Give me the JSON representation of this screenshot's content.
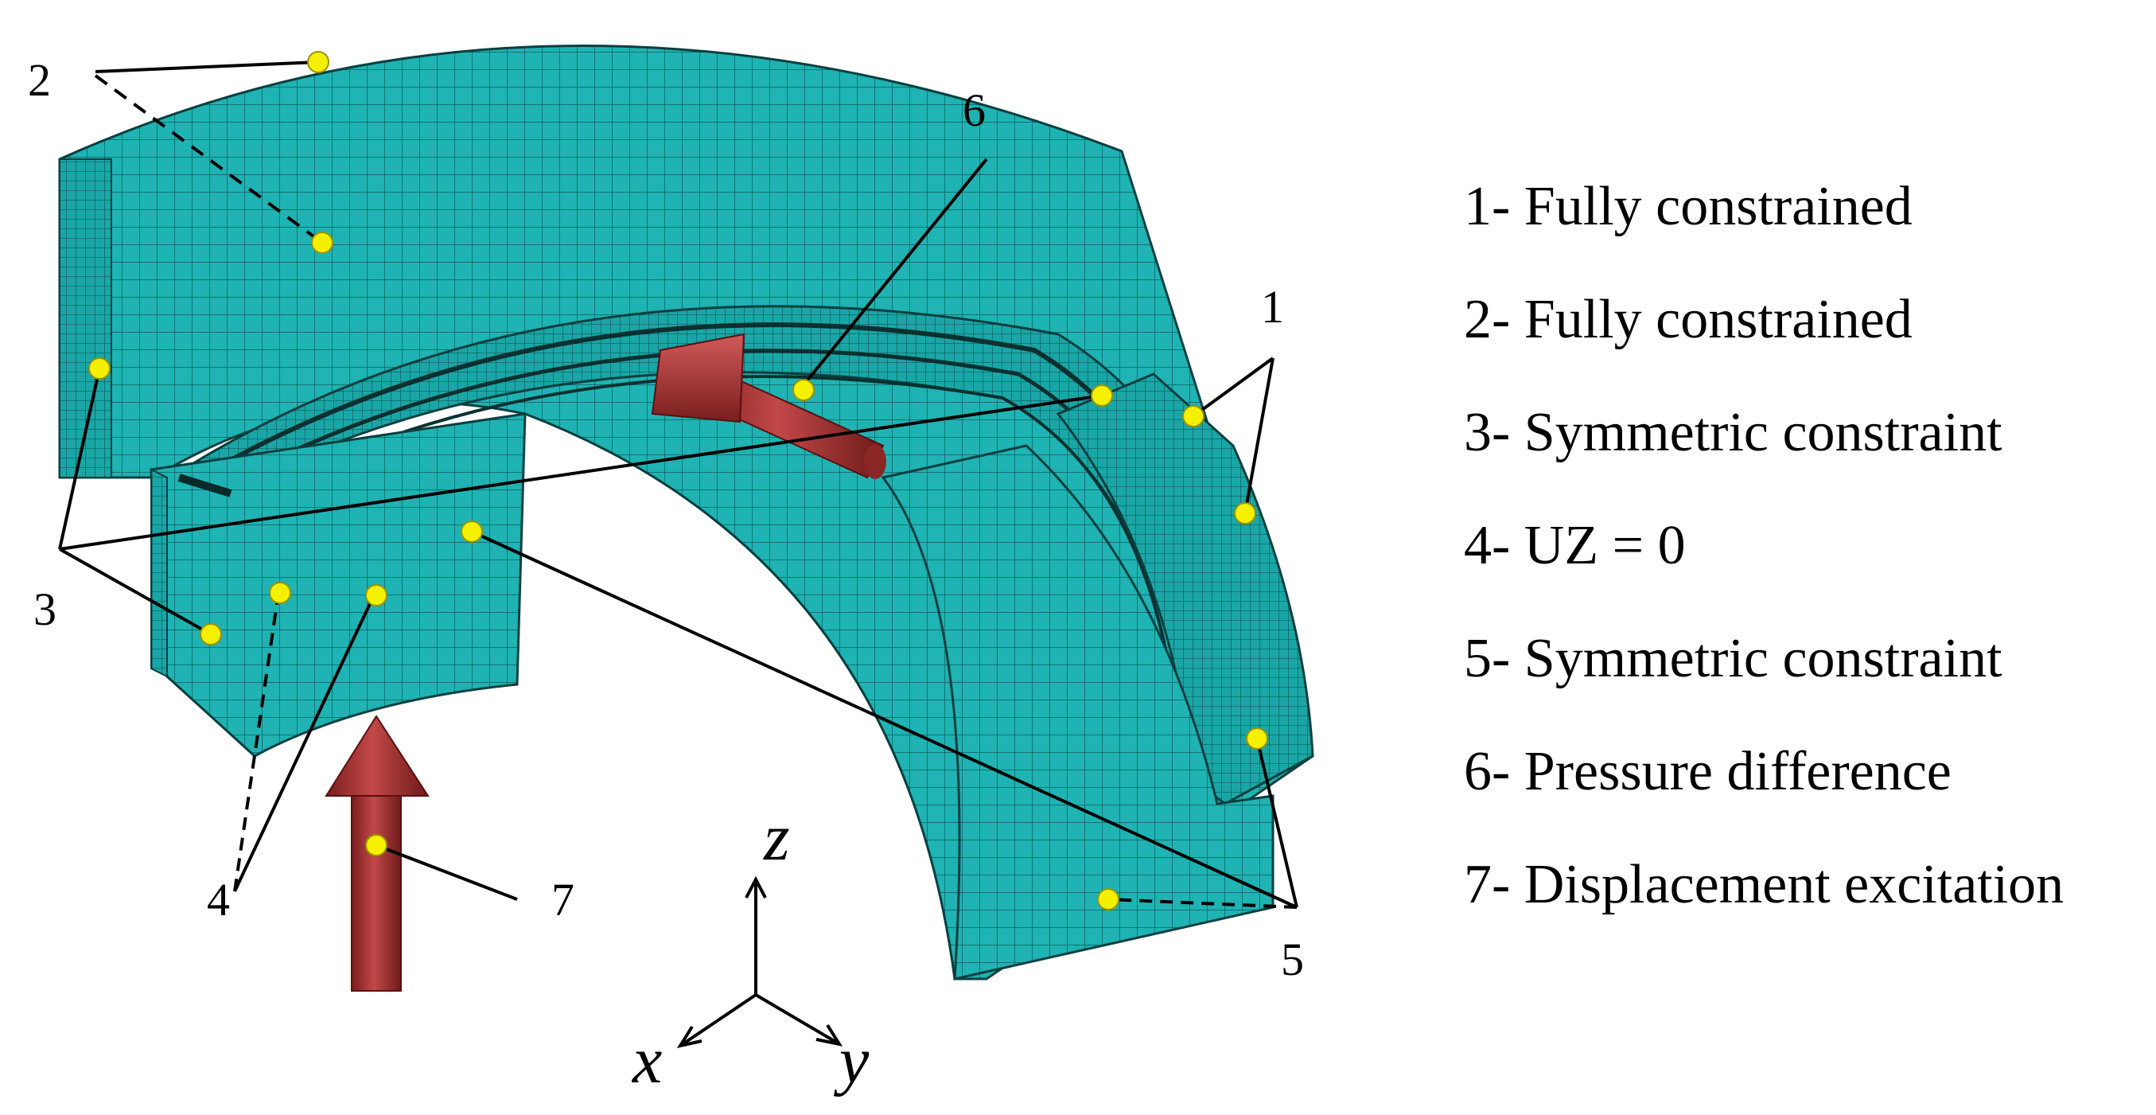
{
  "callouts": {
    "c1": "1",
    "c2": "2",
    "c3": "3",
    "c4": "4",
    "c5": "5",
    "c6": "6",
    "c7": "7"
  },
  "axes": {
    "z": "z",
    "x": "x",
    "y": "y"
  },
  "legend": {
    "items": [
      "1- Fully constrained",
      "2- Fully constrained",
      "3- Symmetric constraint",
      "4- UZ = 0",
      "5- Symmetric constraint",
      "6- Pressure difference",
      "7- Displacement excitation"
    ]
  },
  "colors": {
    "mesh_fill": "#1fb3b3",
    "mesh_line": "#0a4a4a",
    "arrow": "#b23434",
    "marker": "#f5f000"
  }
}
